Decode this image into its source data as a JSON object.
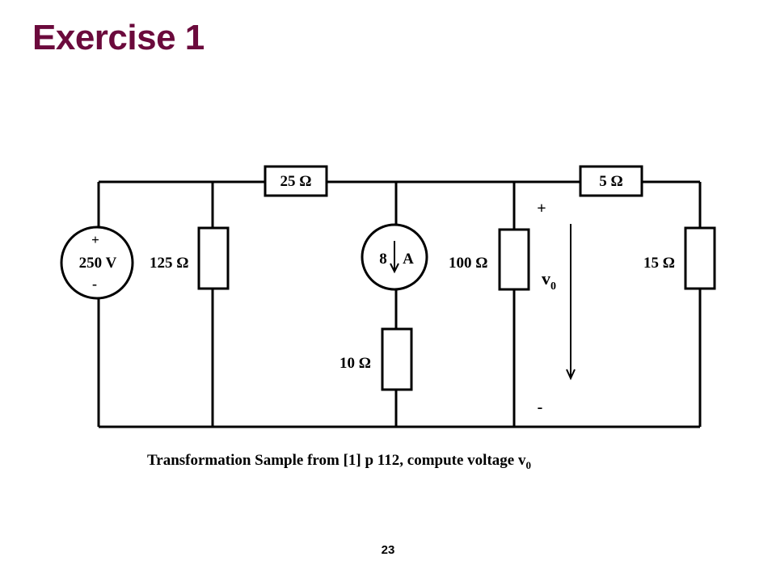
{
  "slide": {
    "title": "Exercise 1",
    "page_number": "23"
  },
  "circuit": {
    "caption_main": "Transformation Sample from [1] p 112, compute voltage v",
    "caption_sub": "0",
    "voltage_source": {
      "value": "250 V",
      "plus": "+",
      "minus": "-"
    },
    "current_source": {
      "number": "8",
      "unit": "A"
    },
    "resistors": {
      "r25": "25 Ω",
      "r5": "5 Ω",
      "r125": "125 Ω",
      "r100": "100 Ω",
      "r15": "15 Ω",
      "r10": "10 Ω"
    },
    "output": {
      "plus": "+",
      "minus": "-",
      "label": "v",
      "sub": "0"
    }
  }
}
